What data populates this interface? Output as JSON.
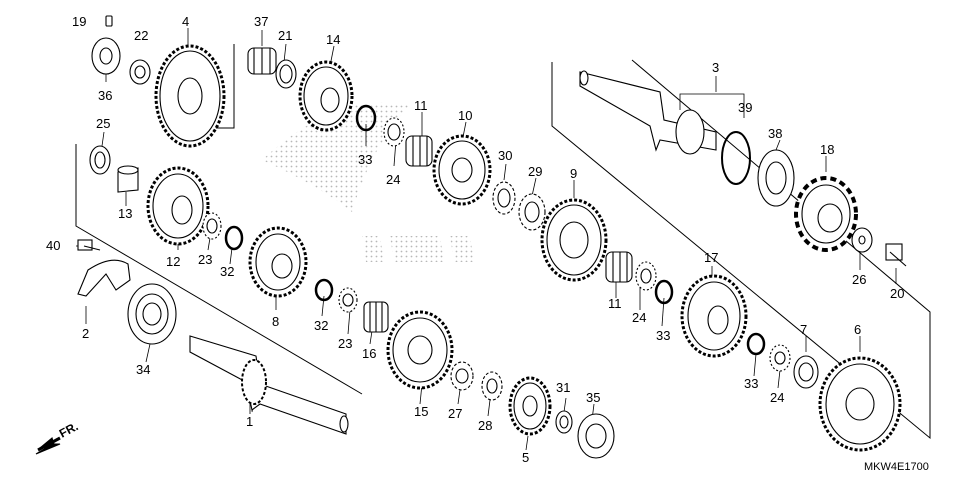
{
  "diagram": {
    "code": "MKW4E1700",
    "direction_label": "FR.",
    "labels": [
      "1",
      "2",
      "3",
      "4",
      "5",
      "6",
      "7",
      "8",
      "9",
      "10",
      "11",
      "11",
      "12",
      "13",
      "14",
      "15",
      "16",
      "17",
      "18",
      "19",
      "20",
      "21",
      "22",
      "23",
      "23",
      "24",
      "24",
      "24",
      "25",
      "26",
      "27",
      "28",
      "29",
      "30",
      "31",
      "32",
      "32",
      "33",
      "33",
      "33",
      "34",
      "35",
      "36",
      "37",
      "38",
      "39",
      "40"
    ]
  }
}
